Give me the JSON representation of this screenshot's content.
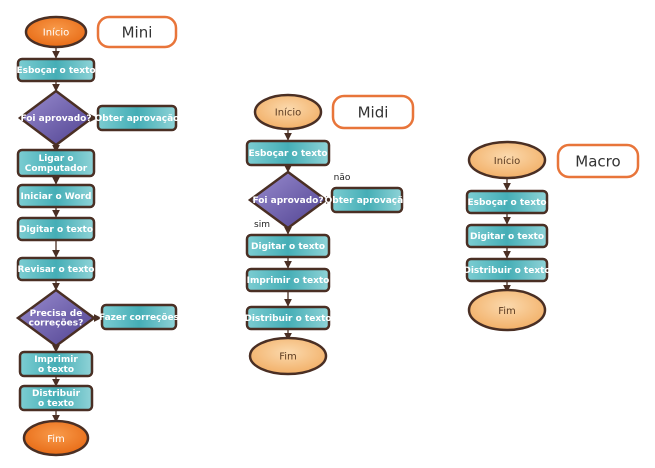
{
  "colors": {
    "outline": "#4a2f24",
    "teal": "#52b6bd",
    "teal_light": "#a7dde0",
    "orange_dark": "#ef7a22",
    "orange_light": "#f6c48a",
    "purple": "#5e4f9a",
    "purple_light": "#8d7fc4",
    "title_border": "#e8753a"
  },
  "mini": {
    "title": "Mini",
    "start": "Início",
    "steps": [
      "Esboçar o texto",
      "Ligar o Computador",
      "Iniciar o Word",
      "Digitar o texto",
      "Revisar o texto",
      "Imprimir o texto",
      "Distribuir o texto"
    ],
    "decision1": "Foi aprovado?",
    "side1": "Obter aprovação",
    "decision2": "Precisa de correções?",
    "side2": "Fazer correções",
    "end": "Fim"
  },
  "midi": {
    "title": "Midi",
    "start": "Início",
    "steps": [
      "Esboçar o texto",
      "Digitar o texto",
      "Imprimir o texto",
      "Distribuir o texto"
    ],
    "decision": "Foi aprovado?",
    "side": "Obter aprovação",
    "no_label": "não",
    "yes_label": "sim",
    "end": "Fim"
  },
  "macro": {
    "title": "Macro",
    "start": "Início",
    "steps": [
      "Esboçar o texto",
      "Digitar o texto",
      "Distribuir o texto"
    ],
    "end": "Fim"
  }
}
